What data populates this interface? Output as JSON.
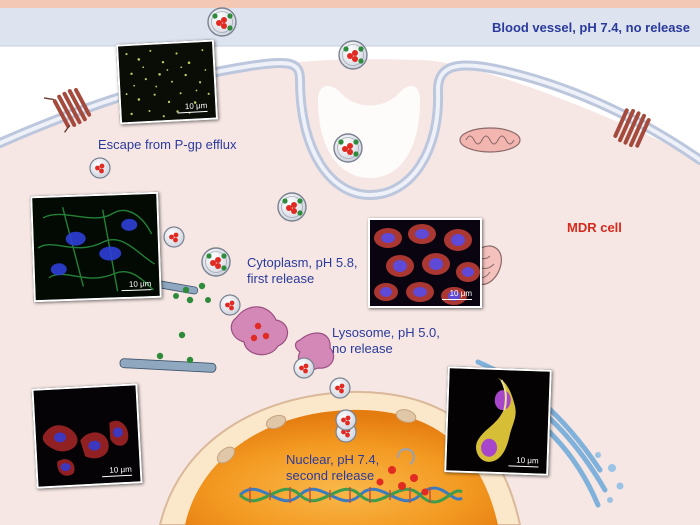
{
  "labels": {
    "blood_vessel": "Blood vessel, pH 7.4, no release",
    "escape": "Escape from P-gp efflux",
    "mdr_cell": "MDR cell",
    "cytoplasm_line1": "Cytoplasm, pH 5.8,",
    "cytoplasm_line2": "first release",
    "lysosome_line1": "Lysosome, pH 5.0,",
    "lysosome_line2": "no release",
    "nuclear_line1": "Nuclear, pH 7.4,",
    "nuclear_line2": "second release"
  },
  "scale_bars": {
    "top": "10 μm",
    "left_mid": "10 μm",
    "center_right": "10 μm",
    "bottom_left": "10 μm",
    "bottom_right": "10 μm"
  },
  "colors": {
    "vessel": "#dde4ef",
    "cell": "#f6e7e4",
    "label_blue": "#2b3a9c",
    "label_red": "#d42a1e",
    "nucleus": "#f08a12",
    "drug": "#e02a22",
    "polymer": "#2e8b3c"
  }
}
